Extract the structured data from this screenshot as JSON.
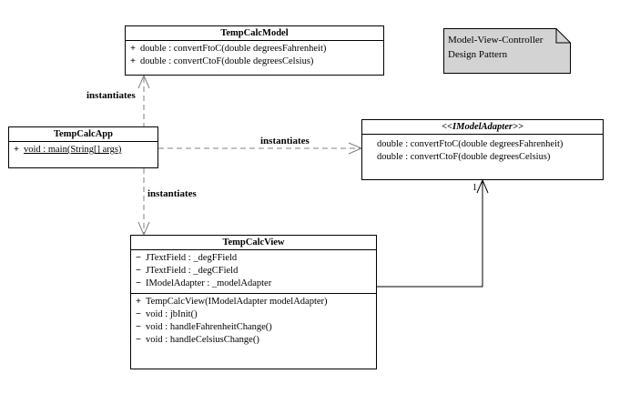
{
  "classes": {
    "model": {
      "name": "TempCalcModel",
      "methods": [
        {
          "vis": "+",
          "text": "double : convertFtoC(double degreesFahrenheit)"
        },
        {
          "vis": "+",
          "text": "double : convertCtoF(double degreesCelsius)"
        }
      ]
    },
    "app": {
      "name": "TempCalcApp",
      "methods": [
        {
          "vis": "+",
          "text": "void : main(String[] args)"
        }
      ]
    },
    "adapter": {
      "name": "<<IModelAdapter>>",
      "methods": [
        {
          "text": "double : convertFtoC(double degreesFahrenheit)"
        },
        {
          "text": "double : convertCtoF(double degreesCelsius)"
        }
      ]
    },
    "view": {
      "name": "TempCalcView",
      "attributes": [
        {
          "vis": "−",
          "text": "JTextField : _degFField"
        },
        {
          "vis": "−",
          "text": "JTextField : _degCField"
        },
        {
          "vis": "−",
          "text": "IModelAdapter : _modelAdapter"
        }
      ],
      "methods": [
        {
          "vis": "+",
          "text": "TempCalcView(IModelAdapter modelAdapter)"
        },
        {
          "vis": "−",
          "text": "void : jbInit()"
        },
        {
          "vis": "−",
          "text": "void : handleFahrenheitChange()"
        },
        {
          "vis": "−",
          "text": "void : handleCelsiusChange()"
        }
      ]
    }
  },
  "note": {
    "line1": "Model-View-Controller",
    "line2": "Design Pattern",
    "fill": "#d3d3d3"
  },
  "relations": {
    "app_to_model": "instantiates",
    "app_to_adapter": "instantiates",
    "app_to_view": "instantiates",
    "adapter_multiplicity": "1"
  },
  "colors": {
    "line": "#000000",
    "dashed": "#808080"
  }
}
